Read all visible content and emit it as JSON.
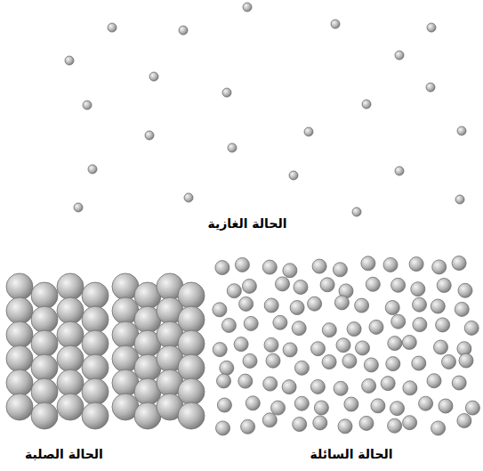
{
  "diagram": {
    "labels": [
      "الحالة الغازية",
      "الحالة الصلبة",
      "الحالة السائلة"
    ]
  }
}
